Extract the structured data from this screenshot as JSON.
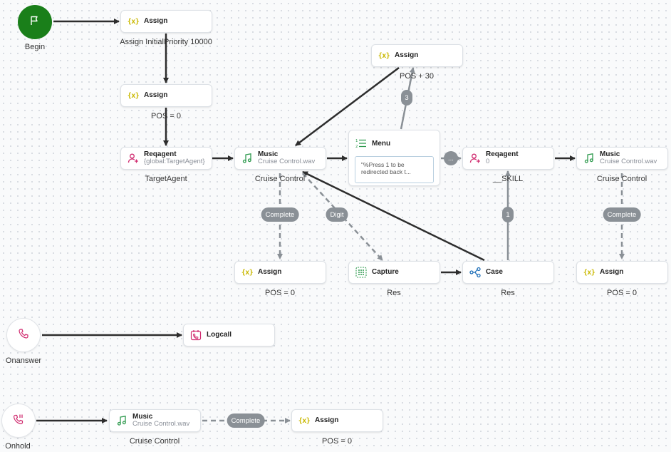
{
  "colors": {
    "begin_green": "#1a7f1a",
    "edge_dark": "#2d2d2d",
    "edge_gray": "#8a9096",
    "assign_yellow": "#c9b800",
    "music_green": "#2e9a4e",
    "agent_pink": "#d02b6f",
    "case_blue": "#1e6fb8"
  },
  "begin": {
    "label": "Begin",
    "icon": "flag-icon"
  },
  "onanswer": {
    "label": "Onanswer",
    "icon": "phone-icon"
  },
  "onhold": {
    "label": "Onhold",
    "icon": "phone-hold-icon"
  },
  "nodes": {
    "assign_initial": {
      "title": "Assign",
      "caption": "Assign InitialPriority 10000",
      "icon": "variable-icon"
    },
    "assign_pos0_top": {
      "title": "Assign",
      "caption": "POS = 0",
      "icon": "variable-icon"
    },
    "reqagent_target": {
      "title": "Reqagent",
      "sub": "{global:TargetAgent}",
      "caption": "TargetAgent",
      "icon": "add-person-icon"
    },
    "music_main": {
      "title": "Music",
      "sub": "Cruise Control.wav",
      "caption": "Cruise Control",
      "icon": "music-icon"
    },
    "menu": {
      "title": "Menu",
      "prompt": "\"%Press 1 to be redirected back t...",
      "icon": "numbered-list-icon"
    },
    "assign_pos30": {
      "title": "Assign",
      "caption": "POS + 30",
      "icon": "variable-icon"
    },
    "reqagent_skill": {
      "title": "Reqagent",
      "sub": "0",
      "caption": "__SKILL",
      "icon": "add-person-icon"
    },
    "music_right": {
      "title": "Music",
      "sub": "Cruise Control.wav",
      "caption": "Cruise Control",
      "icon": "music-icon"
    },
    "assign_pos0_mid": {
      "title": "Assign",
      "caption": "POS = 0",
      "icon": "variable-icon"
    },
    "capture": {
      "title": "Capture",
      "caption": "Res",
      "icon": "keypad-icon"
    },
    "case": {
      "title": "Case",
      "caption": "Res",
      "icon": "branch-icon"
    },
    "assign_pos0_right": {
      "title": "Assign",
      "caption": "POS = 0",
      "icon": "variable-icon"
    },
    "logcall": {
      "title": "Logcall",
      "icon": "log-icon"
    },
    "music_hold": {
      "title": "Music",
      "sub": "Cruise Control.wav",
      "caption": "Cruise Control",
      "icon": "music-icon"
    },
    "assign_pos0_hold": {
      "title": "Assign",
      "caption": "POS = 0",
      "icon": "variable-icon"
    }
  },
  "edge_labels": {
    "complete_mid": "Complete",
    "digit": "Digit",
    "three": "3",
    "ellipsis": "...",
    "one": "1",
    "complete_right": "Complete",
    "complete_hold": "Complete"
  },
  "var_glyph": "{x}"
}
